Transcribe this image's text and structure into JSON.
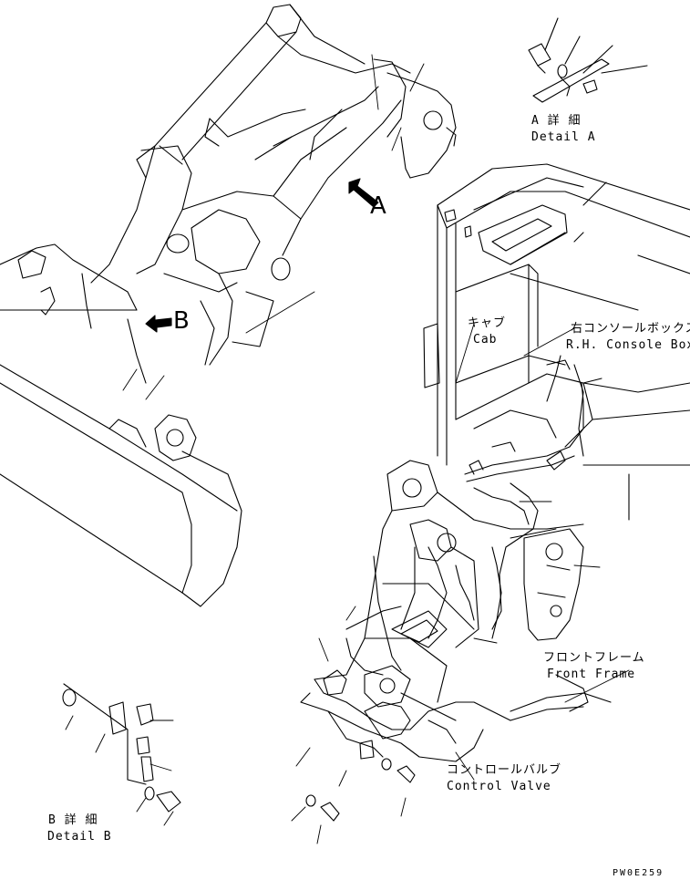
{
  "labels": {
    "detail_a_jp": "A 詳 細",
    "detail_a_en": "Detail A",
    "arrow_a": "A",
    "arrow_b": "B",
    "cab_jp": "キャブ",
    "cab_en": "Cab",
    "console_jp": "右コンソールボックス",
    "console_en": "R.H. Console Box",
    "front_frame_jp": "フロントフレーム",
    "front_frame_en": "Front Frame",
    "control_valve_jp": "コントロールバルブ",
    "control_valve_en": "Control Valve",
    "detail_b_jp": "B 詳 細",
    "detail_b_en": "Detail B",
    "drawing_code": "PW0E259"
  }
}
